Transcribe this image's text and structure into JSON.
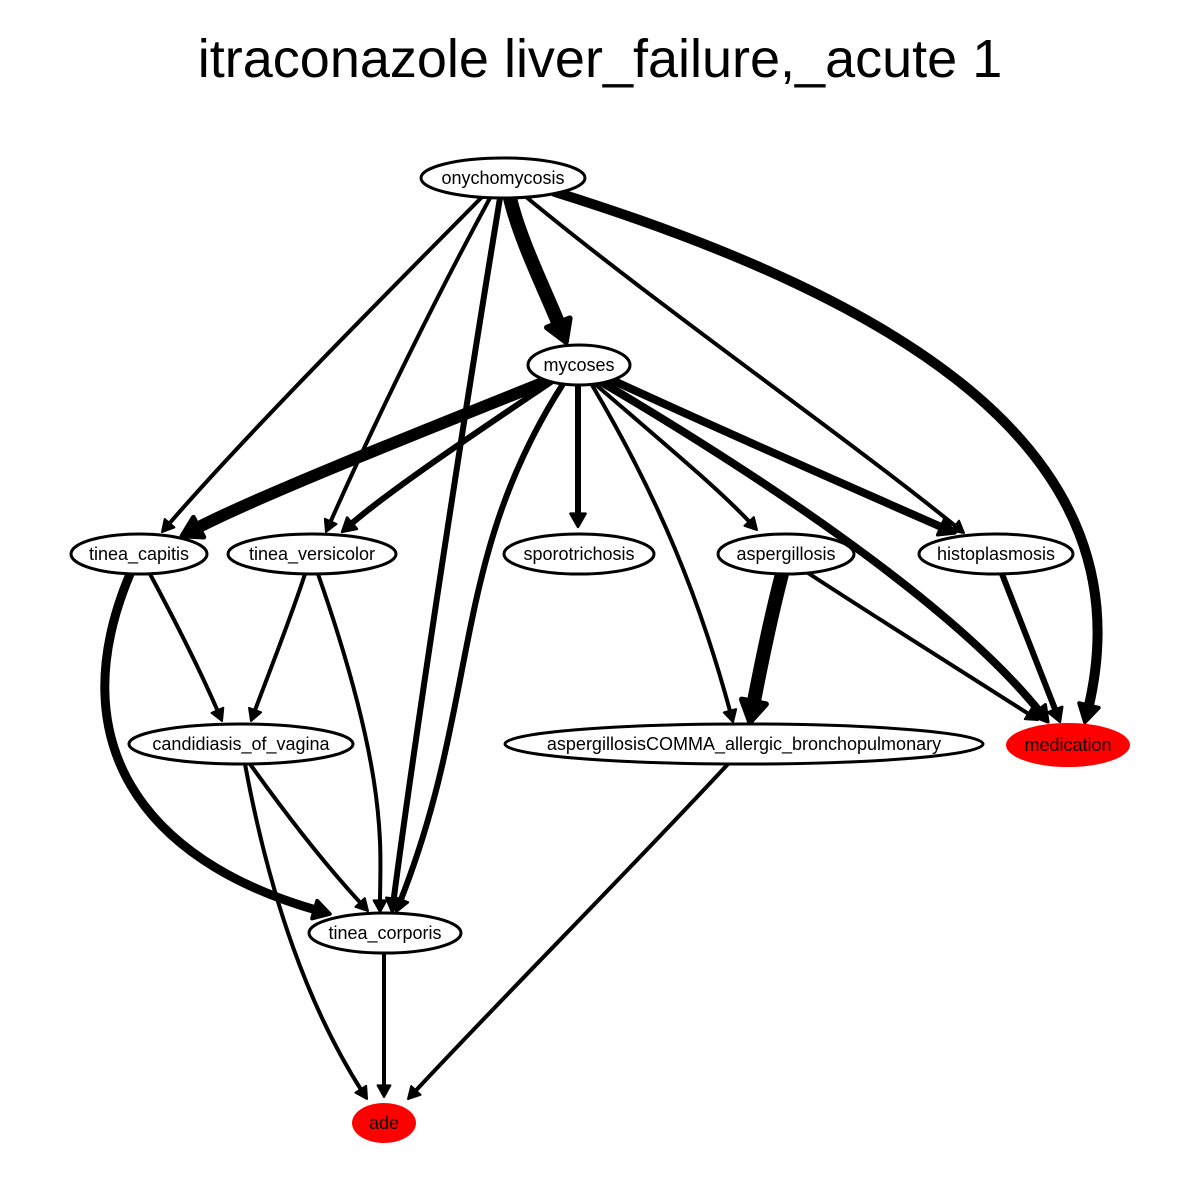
{
  "title": "itraconazole liver_failure,_acute 1",
  "colors": {
    "highlight": "#ff0000",
    "node_fill": "#ffffff",
    "stroke": "#000000"
  },
  "nodes": [
    {
      "id": "onychomycosis",
      "label": "onychomycosis",
      "highlight": false
    },
    {
      "id": "mycoses",
      "label": "mycoses",
      "highlight": false
    },
    {
      "id": "tinea_capitis",
      "label": "tinea_capitis",
      "highlight": false
    },
    {
      "id": "tinea_versicolor",
      "label": "tinea_versicolor",
      "highlight": false
    },
    {
      "id": "sporotrichosis",
      "label": "sporotrichosis",
      "highlight": false
    },
    {
      "id": "aspergillosis",
      "label": "aspergillosis",
      "highlight": false
    },
    {
      "id": "histoplasmosis",
      "label": "histoplasmosis",
      "highlight": false
    },
    {
      "id": "candidiasis_of_vagina",
      "label": "candidiasis_of_vagina",
      "highlight": false
    },
    {
      "id": "abpa",
      "label": "aspergillosisCOMMA_allergic_bronchopulmonary",
      "highlight": false
    },
    {
      "id": "medication",
      "label": "medication",
      "highlight": true
    },
    {
      "id": "tinea_corporis",
      "label": "tinea_corporis",
      "highlight": false
    },
    {
      "id": "ade",
      "label": "ade",
      "highlight": true
    }
  ],
  "edges": [
    {
      "from": "onychomycosis",
      "to": "mycoses",
      "weight": 14
    },
    {
      "from": "onychomycosis",
      "to": "tinea_capitis",
      "weight": 4
    },
    {
      "from": "onychomycosis",
      "to": "tinea_versicolor",
      "weight": 4
    },
    {
      "from": "onychomycosis",
      "to": "tinea_corporis",
      "weight": 6
    },
    {
      "from": "onychomycosis",
      "to": "histoplasmosis",
      "weight": 4
    },
    {
      "from": "onychomycosis",
      "to": "medication",
      "weight": 10
    },
    {
      "from": "mycoses",
      "to": "tinea_capitis",
      "weight": 12
    },
    {
      "from": "mycoses",
      "to": "tinea_versicolor",
      "weight": 6
    },
    {
      "from": "mycoses",
      "to": "sporotrichosis",
      "weight": 6
    },
    {
      "from": "mycoses",
      "to": "aspergillosis",
      "weight": 4
    },
    {
      "from": "mycoses",
      "to": "histoplasmosis",
      "weight": 8
    },
    {
      "from": "mycoses",
      "to": "abpa",
      "weight": 4
    },
    {
      "from": "mycoses",
      "to": "medication",
      "weight": 8
    },
    {
      "from": "mycoses",
      "to": "tinea_corporis",
      "weight": 6
    },
    {
      "from": "tinea_capitis",
      "to": "candidiasis_of_vagina",
      "weight": 4
    },
    {
      "from": "tinea_capitis",
      "to": "tinea_corporis",
      "weight": 9
    },
    {
      "from": "tinea_versicolor",
      "to": "candidiasis_of_vagina",
      "weight": 4
    },
    {
      "from": "tinea_versicolor",
      "to": "tinea_corporis",
      "weight": 4
    },
    {
      "from": "aspergillosis",
      "to": "abpa",
      "weight": 14
    },
    {
      "from": "aspergillosis",
      "to": "medication",
      "weight": 4
    },
    {
      "from": "histoplasmosis",
      "to": "medication",
      "weight": 6
    },
    {
      "from": "candidiasis_of_vagina",
      "to": "tinea_corporis",
      "weight": 4
    },
    {
      "from": "candidiasis_of_vagina",
      "to": "ade",
      "weight": 4
    },
    {
      "from": "tinea_corporis",
      "to": "ade",
      "weight": 4
    },
    {
      "from": "abpa",
      "to": "ade",
      "weight": 4
    }
  ]
}
